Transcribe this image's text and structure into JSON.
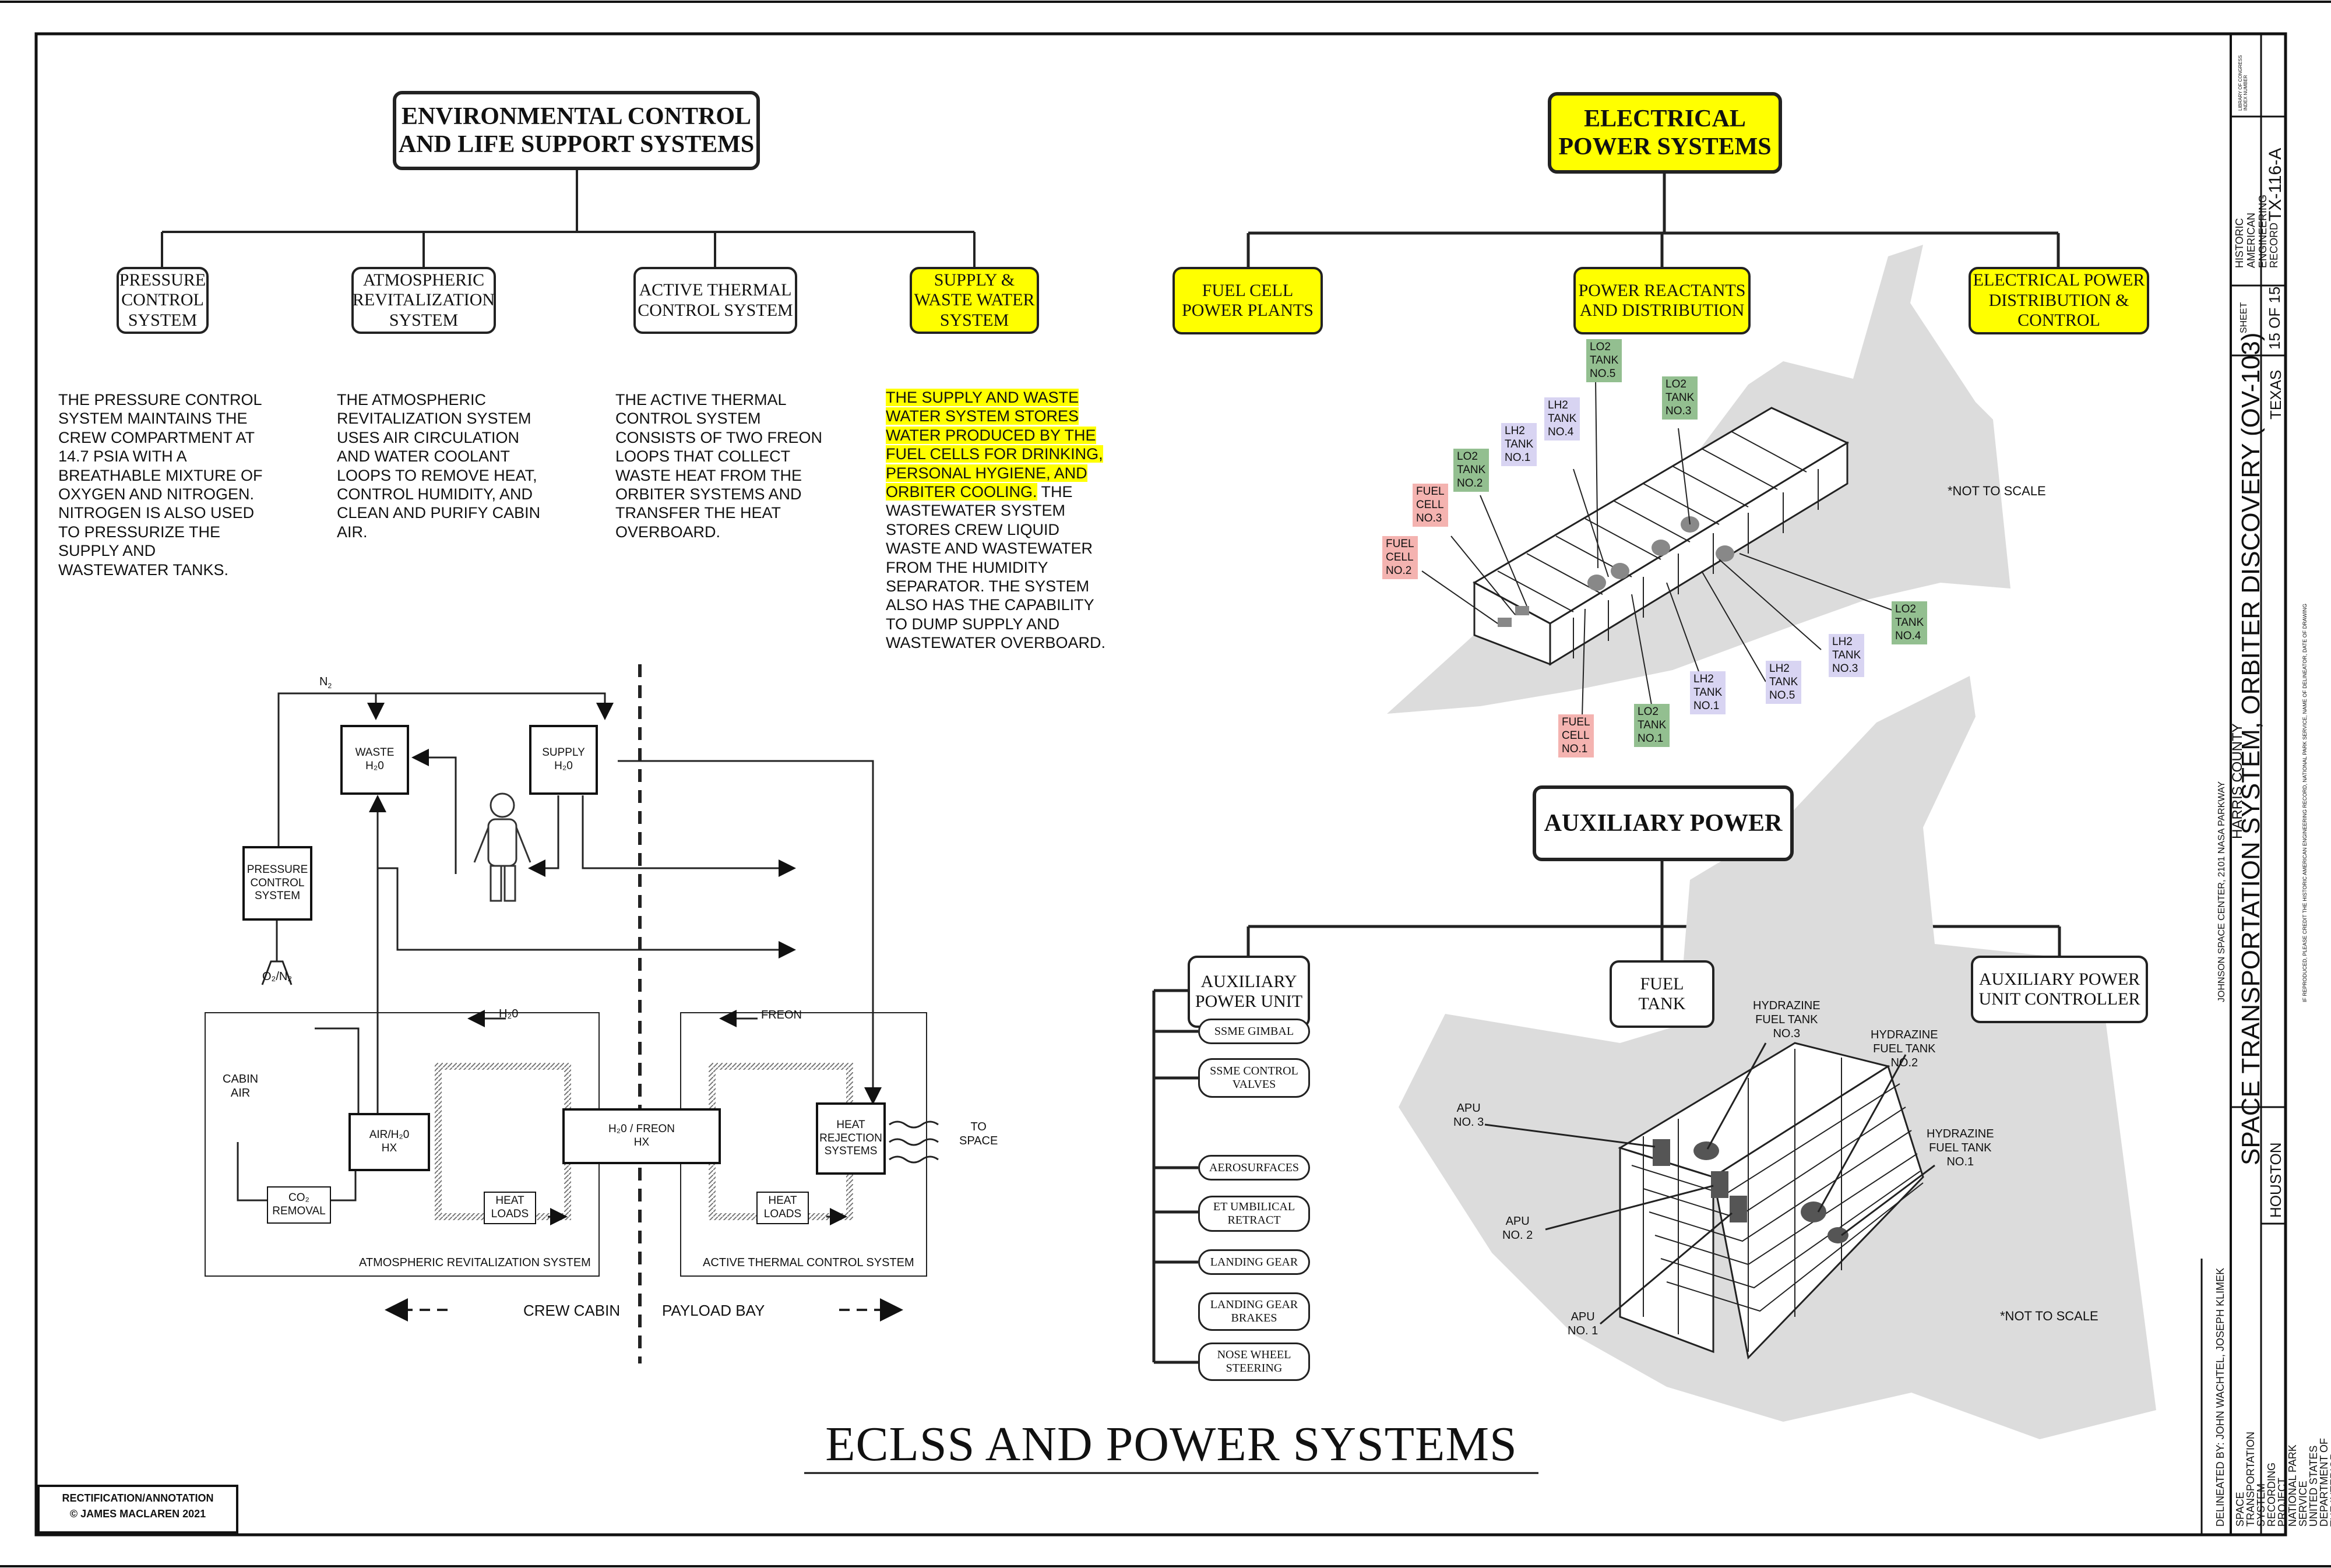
{
  "eclss": {
    "title": "ENVIRONMENTAL CONTROL\nAND LIFE SUPPORT SYSTEMS",
    "subsystems": [
      {
        "label": "PRESSURE\nCONTROL\nSYSTEM",
        "text": "THE PRESSURE CONTROL\nSYSTEM MAINTAINS THE\nCREW COMPARTMENT AT\n14.7 PSIA WITH A\nBREATHABLE MIXTURE OF\nOXYGEN AND NITROGEN.\nNITROGEN IS ALSO USED\nTO PRESSURIZE THE\nSUPPLY AND\nWASTEWATER TANKS."
      },
      {
        "label": "ATMOSPHERIC\nREVITALIZATION\nSYSTEM",
        "text": "THE ATMOSPHERIC\nREVITALIZATION SYSTEM\nUSES AIR CIRCULATION\nAND WATER COOLANT\nLOOPS TO REMOVE HEAT,\nCONTROL HUMIDITY, AND\nCLEAN AND PURIFY CABIN\nAIR."
      },
      {
        "label": "ACTIVE THERMAL\nCONTROL SYSTEM",
        "text": "THE ACTIVE THERMAL\nCONTROL SYSTEM\nCONSISTS OF TWO FREON\nLOOPS THAT COLLECT\nWASTE HEAT FROM THE\nORBITER SYSTEMS AND\nTRANSFER THE HEAT\nOVERBOARD."
      },
      {
        "label": "SUPPLY &\nWASTE WATER\nSYSTEM",
        "text_highlighted": "THE SUPPLY AND WASTE\nWATER SYSTEM STORES\nWATER PRODUCED BY THE\nFUEL CELLS FOR DRINKING,\nPERSONAL HYGIENE, AND\nORBITER COOLING.",
        "text_rest": "  THE\nWASTEWATER SYSTEM\nSTORES CREW LIQUID\nWASTE AND WASTEWATER\nFROM THE HUMIDITY\nSEPARATOR.  THE SYSTEM\nALSO HAS THE CAPABILITY\nTO DUMP SUPPLY AND\nWASTEWATER OVERBOARD."
      }
    ]
  },
  "schematic": {
    "n2": "N",
    "n2_sub": "2",
    "o2n2": "O₂/N₂",
    "waste": "WASTE\nH₂0",
    "supply": "SUPPLY\nH₂0",
    "pressure": "PRESSURE\nCONTROL\nSYSTEM",
    "cabin_air": "CABIN\nAIR",
    "co2": "CO₂\nREMOVAL",
    "air_hx": "AIR/H₂0\nHX",
    "h2o": "H₂0",
    "heat_loads": "HEAT\nLOADS",
    "freon_hx": "H₂0 / FREON\nHX",
    "freon": "FREON",
    "heat_rejection": "HEAT\nREJECTION\nSYSTEMS",
    "to_space": "TO\nSPACE",
    "ars_label": "ATMOSPHERIC REVITALIZATION  SYSTEM",
    "atcs_label": "ACTIVE THERMAL CONTROL SYSTEM",
    "crew_cabin": "CREW CABIN",
    "payload_bay": "PAYLOAD BAY"
  },
  "eps": {
    "title": "ELECTRICAL\nPOWER SYSTEMS",
    "children": [
      "FUEL CELL\nPOWER PLANTS",
      "POWER REACTANTS\nAND DISTRIBUTION",
      "ELECTRICAL POWER\nDISTRIBUTION &\nCONTROL"
    ],
    "tanks": [
      {
        "label": "LO2\nTANK\nNO.5",
        "kind": "lo2"
      },
      {
        "label": "LO2\nTANK\nNO.3",
        "kind": "lo2"
      },
      {
        "label": "LH2\nTANK\nNO.4",
        "kind": "lh2"
      },
      {
        "label": "LO2\nTANK\nNO.2",
        "kind": "lo2"
      },
      {
        "label": "FUEL\nCELL\nNO.3",
        "kind": "fc"
      },
      {
        "label": "FUEL\nCELL\nNO.2",
        "kind": "fc"
      },
      {
        "label": "LO2\nTANK\nNO.4",
        "kind": "lo2"
      },
      {
        "label": "LH2\nTANK\nNO.3",
        "kind": "lh2"
      },
      {
        "label": "LH2\nTANK\nNO.5",
        "kind": "lh2"
      },
      {
        "label": "LH2\nTANK\nNO.1",
        "kind": "lh2"
      },
      {
        "label": "LO2\nTANK\nNO.1",
        "kind": "lo2"
      },
      {
        "label": "FUEL\nCELL\nNO.1",
        "kind": "fc"
      }
    ],
    "lh2_no1": "LH2\nTANK\nNO.1",
    "not_to_scale": "*NOT TO SCALE"
  },
  "aux": {
    "title": "AUXILIARY POWER",
    "children": [
      "AUXILIARY\nPOWER UNIT",
      "FUEL\nTANK",
      "AUXILIARY POWER\nUNIT CONTROLLER"
    ],
    "apu_items": [
      "SSME GIMBAL",
      "SSME CONTROL\nVALVES",
      "AEROSURFACES",
      "ET UMBILICAL\nRETRACT",
      "LANDING GEAR",
      "LANDING GEAR\nBRAKES",
      "NOSE WHEEL\nSTEERING"
    ],
    "callouts": [
      "HYDRAZINE\nFUEL TANK\nNO.3",
      "HYDRAZINE\nFUEL TANK\nNO.2",
      "HYDRAZINE\nFUEL TANK\nNO.1",
      "APU\nNO. 3",
      "APU\nNO. 2",
      "APU\nNO. 1"
    ],
    "not_to_scale": "*NOT TO SCALE"
  },
  "title": "ECLSS AND POWER SYSTEMS",
  "credit": {
    "line1": "RECTIFICATION/ANNOTATION",
    "line2": "© JAMES MACLAREN 2021"
  },
  "titleblock": {
    "main": "SPACE TRANSPORTATION SYSTEM, ORBITER DISCOVERY (OV-103)",
    "address": "JOHNSON SPACE CENTER, 2101 NASA PARKWAY",
    "county": "HARRIS COUNTY",
    "city": "HOUSTON",
    "state": "TEXAS",
    "delineated": "DELINEATED BY:  JOHN WACHTEL, JOSEPH KLIMEK",
    "agency": "SPACE TRANSPORTATION SYSTEM\nRECORDING PROJECT\nNATIONAL PARK SERVICE\nUNITED STATES DEPARTMENT OF THE INTERIOR",
    "record": "HISTORIC AMERICAN\nENGINEERING RECORD",
    "record_no": "TX-116-A",
    "sheet_label": "SHEET",
    "sheet": "15 OF 15",
    "index": "LIBRARY OF CONGRESS\nINDEX NUMBER",
    "reproduced": "IF REPRODUCED, PLEASE CREDIT THE HISTORIC AMERICAN ENGINEERING RECORD, NATIONAL PARK SERVICE, NAME OF DELINEATOR, DATE OF DRAWING"
  }
}
